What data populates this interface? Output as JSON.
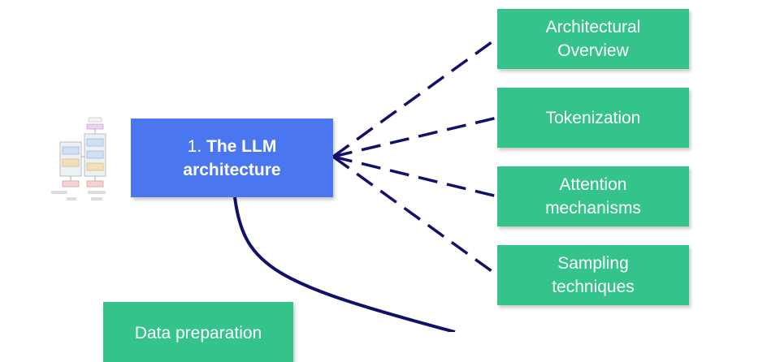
{
  "colors": {
    "main_node": "#4a76f0",
    "sub_node": "#34c38b",
    "connector": "#11116b"
  },
  "main_node": {
    "number": "1.",
    "label": "The LLM\narchitecture"
  },
  "sub_nodes": [
    {
      "label": "Architectural\nOverview"
    },
    {
      "label": "Tokenization"
    },
    {
      "label": "Attention\nmechanisms"
    },
    {
      "label": "Sampling\ntechniques"
    }
  ],
  "bottom_node": {
    "label": "Data preparation"
  },
  "thumbnail": {
    "icon": "transformer-architecture-diagram-icon"
  }
}
